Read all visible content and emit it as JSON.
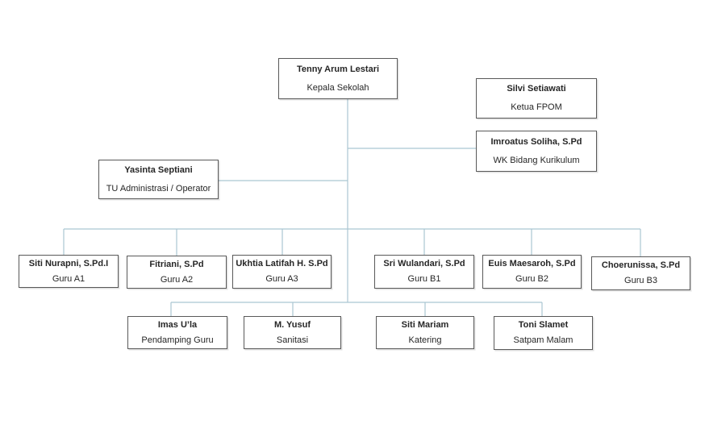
{
  "diagram": {
    "type": "org-chart",
    "nodes": [
      {
        "id": "tenny",
        "name": "Tenny Arum Lestari",
        "role": "Kepala Sekolah"
      },
      {
        "id": "silvi",
        "name": "Silvi Setiawati",
        "role": "Ketua FPOM"
      },
      {
        "id": "imroatus",
        "name": "Imroatus Soliha, S.Pd",
        "role": "WK Bidang Kurikulum"
      },
      {
        "id": "yasinta",
        "name": "Yasinta Septiani",
        "role": "TU Administrasi / Operator"
      },
      {
        "id": "siti-nurapni",
        "name": "Siti Nurapni, S.Pd.I",
        "role": "Guru A1"
      },
      {
        "id": "fitriani",
        "name": "Fitriani, S.Pd",
        "role": "Guru A2"
      },
      {
        "id": "ukhtia",
        "name": "Ukhtia Latifah H. S.Pd",
        "role": "Guru A3"
      },
      {
        "id": "sri-wulandari",
        "name": "Sri Wulandari, S.Pd",
        "role": "Guru B1"
      },
      {
        "id": "euis",
        "name": "Euis Maesaroh, S.Pd",
        "role": "Guru B2"
      },
      {
        "id": "choerunissa",
        "name": "Choerunissa, S.Pd",
        "role": "Guru B3"
      },
      {
        "id": "imas",
        "name": "Imas U’la",
        "role": "Pendamping Guru"
      },
      {
        "id": "yusuf",
        "name": "M. Yusuf",
        "role": "Sanitasi"
      },
      {
        "id": "siti-mariam",
        "name": "Siti Mariam",
        "role": "Katering"
      },
      {
        "id": "toni",
        "name": "Toni Slamet",
        "role": "Satpam Malam"
      }
    ],
    "connections": [
      {
        "from": "tenny",
        "to": "imroatus"
      },
      {
        "from": "tenny",
        "to": "yasinta"
      },
      {
        "from": "tenny",
        "to": "siti-nurapni"
      },
      {
        "from": "tenny",
        "to": "fitriani"
      },
      {
        "from": "tenny",
        "to": "ukhtia"
      },
      {
        "from": "tenny",
        "to": "sri-wulandari"
      },
      {
        "from": "tenny",
        "to": "euis"
      },
      {
        "from": "tenny",
        "to": "choerunissa"
      },
      {
        "from": "tenny",
        "to": "imas"
      },
      {
        "from": "tenny",
        "to": "yusuf"
      },
      {
        "from": "tenny",
        "to": "siti-mariam"
      },
      {
        "from": "tenny",
        "to": "toni"
      }
    ],
    "unconnected_nodes": [
      "silvi"
    ]
  },
  "colors": {
    "connector": "#aac6d2",
    "box_border": "#595959",
    "text": "#262626",
    "background": "#ffffff"
  }
}
